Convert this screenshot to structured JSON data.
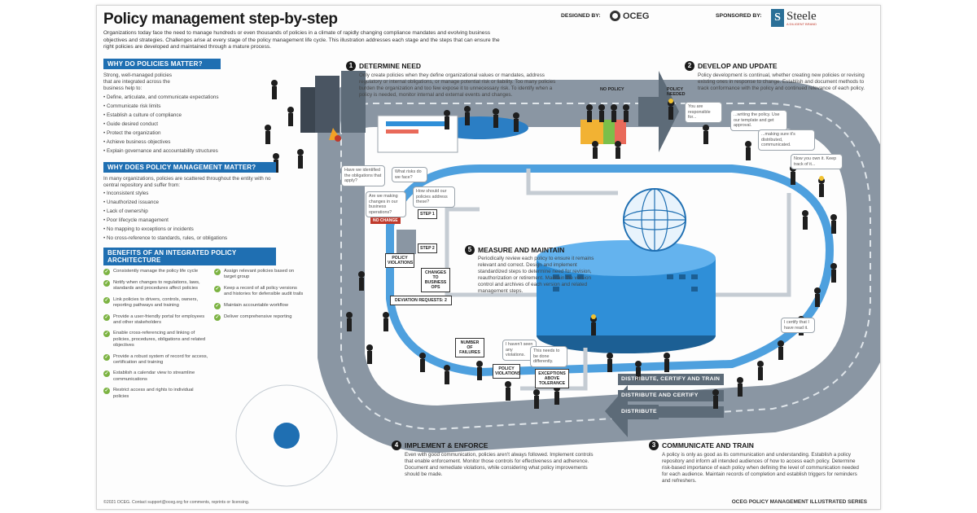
{
  "header": {
    "title": "Policy management step-by-step",
    "intro": "Organizations today face the need to manage hundreds or even thousands of policies in a climate of rapidly changing compliance mandates and evolving business objectives and strategies. Challenges arise at every stage of the policy management life cycle. This illustration addresses each stage and the steps that can ensure the right policies are developed and maintained through a mature process.",
    "designed_by": "DESIGNED BY:",
    "designer_name": "OCEG",
    "sponsored_by": "SPONSORED BY:",
    "sponsor_name": "Steele",
    "sponsor_sub": "A DILIGENT BRAND"
  },
  "why_policies": {
    "heading": "WHY DO POLICIES MATTER?",
    "intro": "Strong, well-managed policies that are integrated across the business help to:",
    "items": [
      "Define, articulate, and communicate expectations",
      "Communicate risk limits",
      "Establish a culture of compliance",
      "Guide desired conduct",
      "Protect the organization",
      "Achieve business objectives",
      "Explain governance and accountability structures"
    ]
  },
  "why_management": {
    "heading": "WHY DOES POLICY MANAGEMENT MATTER?",
    "intro": "In many organizations, policies are scattered throughout the entity with no central repository and suffer from:",
    "items": [
      "Inconsistent styles",
      "Unauthorized issuance",
      "Lack of ownership",
      "Poor lifecycle management",
      "No mapping to exceptions or incidents",
      "No cross-reference to standards, rules, or obligations"
    ]
  },
  "benefits": {
    "heading": "BENEFITS OF AN INTEGRATED POLICY ARCHITECTURE",
    "col1": [
      "Consistently manage the policy life cycle",
      "Notify when changes to regulations, laws, standards and procedures affect policies",
      "Link policies to drivers, controls, owners, reporting pathways and training",
      "Provide a user-friendly portal for employees and other stakeholders",
      "Enable cross-referencing and linking of policies, procedures, obligations and related objectives",
      "Provide a robust system of record for access, certification and training",
      "Establish a calendar view to streamline communications",
      "Restrict access and rights to individual policies"
    ],
    "col2": [
      "Assign relevant policies based on target group",
      "Keep a record of all policy versions and histories for defensible audit trails",
      "Maintain accountable workflow",
      "Deliver comprehensive reporting"
    ]
  },
  "steps": [
    {
      "num": "1",
      "title": "DETERMINE NEED",
      "text": "Only create policies when they define organizational values or mandates, address regulatory or internal obligations, or manage potential risk or liability. Too many policies burden the organization and too few expose it to unnecessary risk. To identify when a policy is needed, monitor internal and external events and changes."
    },
    {
      "num": "2",
      "title": "DEVELOP AND UPDATE",
      "text": "Policy development is continual, whether creating new policies or revising existing ones in response to change. Establish and document methods to track conformance with the policy and continued relevance of each policy."
    },
    {
      "num": "3",
      "title": "COMMUNICATE AND TRAIN",
      "text": "A policy is only as good as its communication and understanding. Establish a policy repository and inform all intended audiences of how to access each policy. Determine risk-based importance of each policy when defining the level of communication needed for each audience. Maintain records of completion and establish triggers for reminders and refreshers."
    },
    {
      "num": "4",
      "title": "IMPLEMENT & ENFORCE",
      "text": "Even with good communication, policies aren't always followed. Implement controls that enable enforcement. Monitor those controls for effectiveness and adherence. Document and remediate violations, while considering what policy improvements should be made."
    },
    {
      "num": "5",
      "title": "MEASURE AND MAINTAIN",
      "text": "Periodically review each policy to ensure it remains relevant and correct. Design and implement standardized steps to determine need for revision, reauthorization or retirement. Maintain the version control and archives of each version and related management steps."
    }
  ],
  "bubbles": {
    "identified": "Have we identified the obligations that apply?",
    "risks": "What risks do we face?",
    "address": "How should our policies address these?",
    "changes": "Are we making changes in our business operations?",
    "responsible": "You are responsible for...",
    "writing": "...writing the policy. Use our template and get approval.",
    "distributed": "...making sure it's distributed, communicated.",
    "own_it": "Now you own it. Keep track of it...",
    "certify": "I certify that I have read it.",
    "not_seen": "I haven't seen any violations.",
    "differently": "This needs to be done differently."
  },
  "tags": {
    "no_policy": "NO POLICY",
    "policy_needed": "POLICY NEEDED",
    "no_change": "NO CHANGE",
    "step1": "STEP 1",
    "step2": "STEP 2",
    "policy_violations": "POLICY VIOLATIONS",
    "changes_business_ops": "CHANGES TO BUSINESS OPS",
    "deviation_requests": "DEVIATION REQUESTS: 2",
    "number_of_failures": "NUMBER OF FAILURES",
    "policy_violations_2": "POLICY VIOLATIONS",
    "exceptions": "EXCEPTIONS ABOVE TOLERANCE"
  },
  "road": {
    "lane1": "DISTRIBUTE, CERTIFY AND TRAIN",
    "lane2": "DISTRIBUTE AND CERTIFY",
    "lane3": "DISTRIBUTE"
  },
  "footer": {
    "copyright": "©2021 OCEG. Contact support@oceg.org for comments, reprints or licensing.",
    "series": "OCEG POLICY MANAGEMENT ILLUSTRATED SERIES"
  },
  "colors": {
    "accent": "#1f6fb2",
    "road": "#8a96a3",
    "water_blue": "#2f8fd8",
    "check_green": "#7cb342",
    "alert_red": "#c0392b"
  }
}
